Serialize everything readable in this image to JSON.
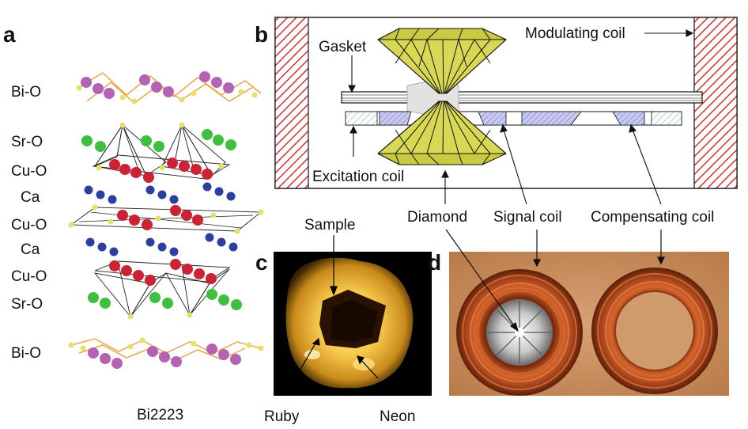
{
  "panels": {
    "a": "a",
    "b": "b",
    "c": "c",
    "d": "d"
  },
  "panel_a": {
    "layers": [
      "Bi-O",
      "Sr-O",
      "Cu-O",
      "Ca",
      "Cu-O",
      "Ca",
      "Cu-O",
      "Sr-O",
      "Bi-O"
    ],
    "caption": "Bi2223",
    "colors": {
      "bismuth": "#b463b4",
      "oxygen": "#e6e06a",
      "strontium": "#3fbf3f",
      "copper": "#cc2233",
      "calcium": "#2c3fa0",
      "bond_bio": "#e8a64a"
    }
  },
  "panel_b": {
    "gasket_label": "Gasket",
    "modulating_coil_label": "Modulating coil",
    "excitation_coil_label": "Excitation coil",
    "diamond_label": "Diamond",
    "signal_coil_label": "Signal coil",
    "compensating_coil_label": "Compensating coil",
    "colors": {
      "diamond": "#d8d855",
      "coil_hatch": "#d33030",
      "coil_blue": "#9aa0dd",
      "coil_cyan": "#bfe6ea"
    }
  },
  "panel_c": {
    "sample_label": "Sample",
    "ruby_label": "Ruby",
    "neon_label": "Neon",
    "colors": {
      "glow": "#f2c640",
      "background": "#000000"
    }
  },
  "panel_d": {
    "colors": {
      "copper": "#b8501e",
      "background": "#c98c5c"
    }
  }
}
